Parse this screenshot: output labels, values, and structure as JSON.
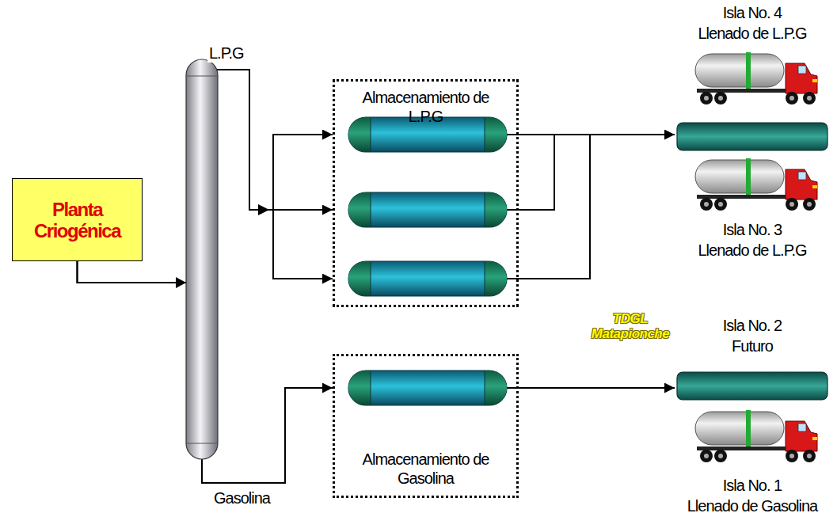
{
  "diagram": {
    "nodes": [
      {
        "text": [
          "Planta Criogénica"
        ]
      },
      {
        "text": [
          "Almacenamiento de L.P.G"
        ]
      },
      {
        "text": [
          "Almacenamiento de Gasolina"
        ]
      },
      {
        "text": [
          "Isla No. 4",
          "Llenado de L.P.G",
          "Isla No. 3",
          "Llenado de L.P.G"
        ]
      },
      {
        "text": [
          "Isla No. 2",
          "Futuro",
          "Isla No. 1",
          "Llenado de Gasolina"
        ]
      }
    ],
    "edges": [
      {
        "from": 0,
        "to": 1,
        "label": "L.P.G",
        "arrow": "to"
      },
      {
        "from": 0,
        "to": 2,
        "label": "Gasolina",
        "arrow": "to"
      },
      {
        "from": 1,
        "to": 3,
        "arrow": "to"
      },
      {
        "from": 2,
        "to": 4,
        "arrow": "to"
      }
    ],
    "labels": [
      "TDGL Matapionche"
    ]
  }
}
